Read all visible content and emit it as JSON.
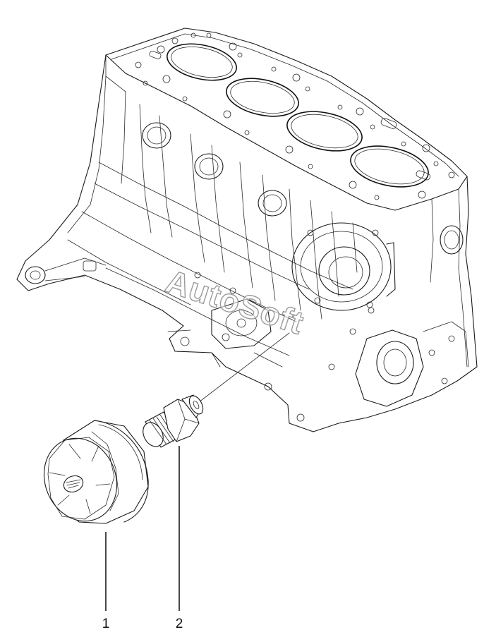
{
  "figure": {
    "callouts": [
      {
        "number": "1",
        "part": "oil-filter"
      },
      {
        "number": "2",
        "part": "oil-filter-union-bolt"
      }
    ],
    "watermark": "AutoSoft"
  }
}
